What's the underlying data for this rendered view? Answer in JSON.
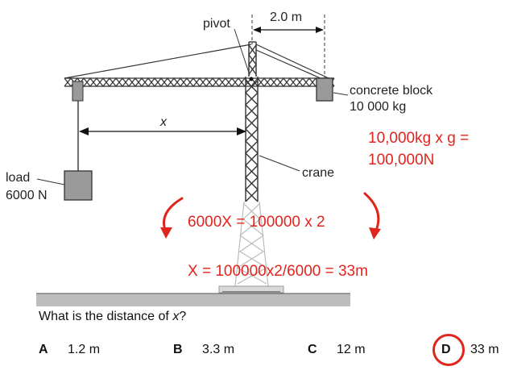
{
  "labels": {
    "pivot": "pivot",
    "distance": "2.0 m",
    "block_line1": "concrete block",
    "block_line2": "10 000 kg",
    "x": "x",
    "crane": "crane",
    "load_line1": "load",
    "load_line2": "6000 N"
  },
  "annotations": {
    "line1": "10,000kg x g =",
    "line2": "100,000N",
    "equation": "6000X = 100000 x 2",
    "answer": "X = 100000x2/6000 = 33m"
  },
  "question": {
    "prefix": "What is the distance of ",
    "variable": "x",
    "suffix": "?"
  },
  "options": [
    {
      "letter": "A",
      "text": "1.2 m"
    },
    {
      "letter": "B",
      "text": "3.3 m"
    },
    {
      "letter": "C",
      "text": "12 m"
    },
    {
      "letter": "D",
      "text": "33 m"
    }
  ],
  "selected_option": "D",
  "colors": {
    "annotation": "#e0241e",
    "ground": "#bdbdbd",
    "block": "#9a9a9a"
  }
}
